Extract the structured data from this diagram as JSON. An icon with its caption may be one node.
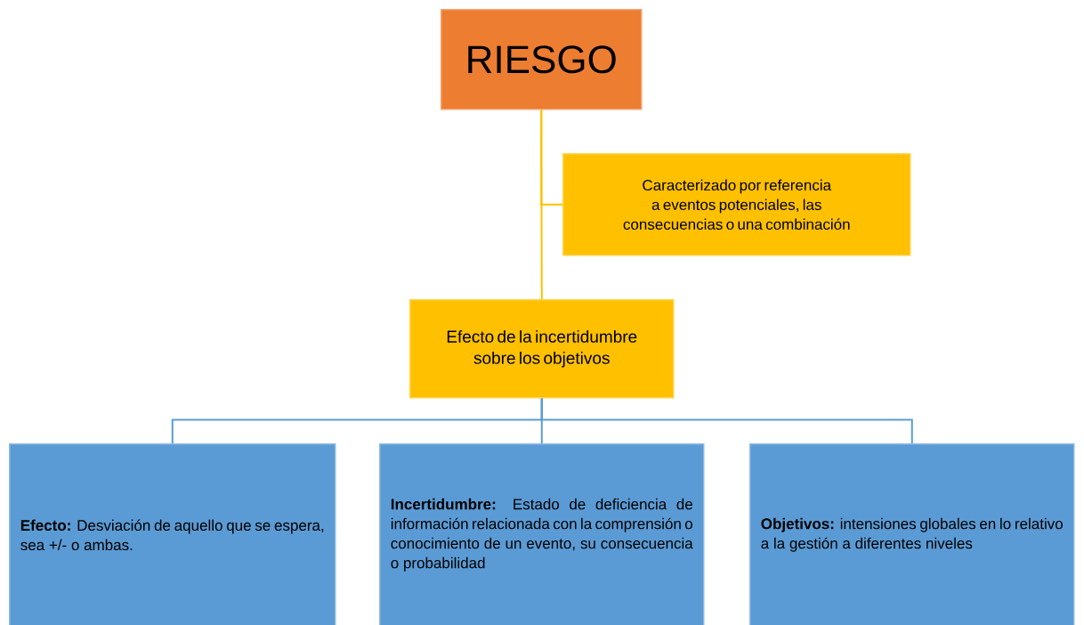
{
  "diagram": {
    "nodes": [
      {
        "text": [
          "RIESGO"
        ]
      },
      {
        "text": [
          "Caracterizado por referencia a eventos potenciales, las consecuencias o una combinación"
        ]
      },
      {
        "text": [
          "Efecto de la incertidumbre sobre los objetivos"
        ]
      },
      {
        "text": [
          "**Efecto:** Desviación de aquello que se espera, sea +/- o ambas."
        ]
      },
      {
        "text": [
          "**Incertidumbre:** Estado de deficiencia de información relacionada con la comprensión o conocimiento de un evento, su consecuencia o probabilidad"
        ]
      },
      {
        "text": [
          "**Objetivos:** intensiones globales en lo relativo a la gestión a diferentes niveles"
        ]
      }
    ],
    "edges": [
      {
        "from": 0,
        "to": 1,
        "arrow": "none",
        "color": "#ffc000"
      },
      {
        "from": 0,
        "to": 2,
        "arrow": "none",
        "color": "#ffc000"
      },
      {
        "from": 2,
        "to": 3,
        "arrow": "none",
        "color": "#5b9bd5"
      },
      {
        "from": 2,
        "to": 4,
        "arrow": "none",
        "color": "#5b9bd5"
      },
      {
        "from": 2,
        "to": 5,
        "arrow": "none",
        "color": "#5b9bd5"
      }
    ]
  }
}
